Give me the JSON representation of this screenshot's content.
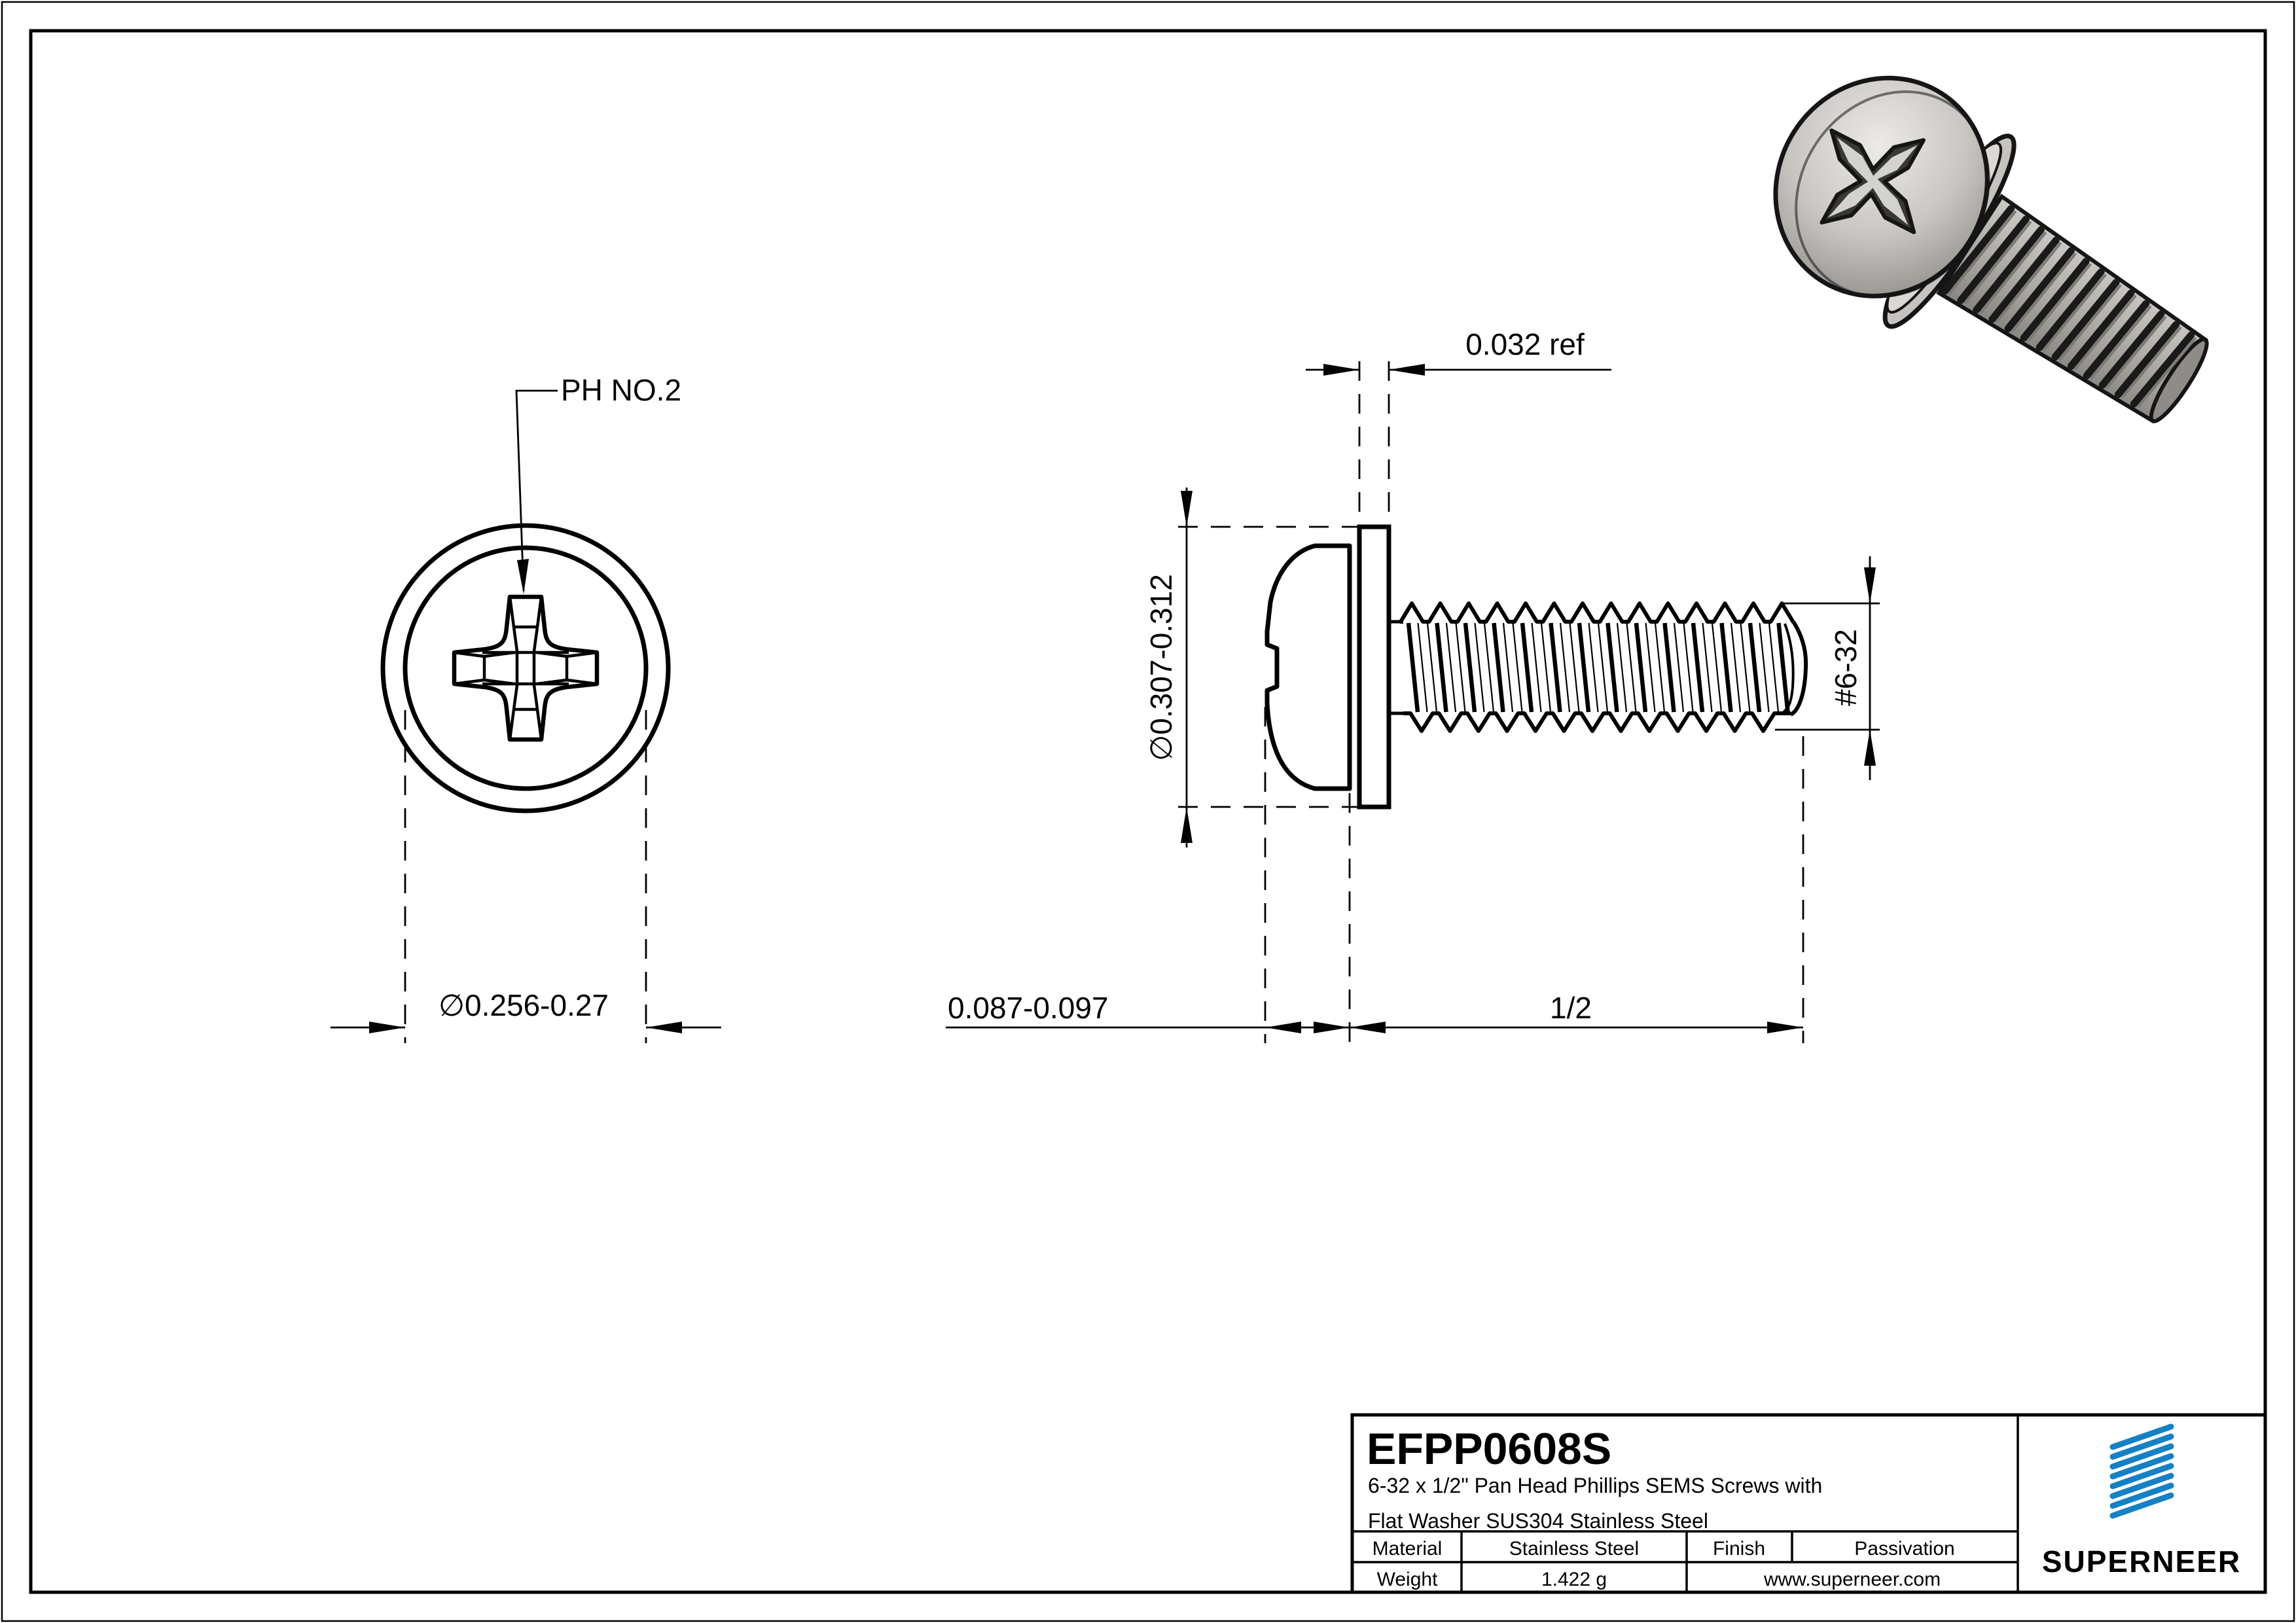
{
  "sheet": {
    "part_number": "EFPP0608S",
    "description_line1": "6-32 x 1/2\" Pan Head Phillips SEMS Screws with",
    "description_line2": "Flat Washer SUS304 Stainless Steel",
    "table": {
      "material_label": "Material",
      "material_value": "Stainless Steel",
      "finish_label": "Finish",
      "finish_value": "Passivation",
      "weight_label": "Weight",
      "weight_value": "1.422 g",
      "website": "www.superneer.com"
    },
    "brand": {
      "name": "SUPERNEER",
      "accent_color": "#1581c4"
    },
    "dimensions": {
      "drive_label": "PH NO.2",
      "head_diameter": "∅0.256-0.27",
      "washer_thickness_ref": "0.032 ref",
      "washer_diameter": "∅0.307-0.312",
      "thread_spec": "#6-32",
      "head_height": "0.087-0.097",
      "thread_length": "1/2"
    },
    "colors": {
      "line": "#000000",
      "steel_light": "#d8d5d1",
      "steel_mid": "#b2afab",
      "steel_dark": "#8f8c88"
    }
  }
}
